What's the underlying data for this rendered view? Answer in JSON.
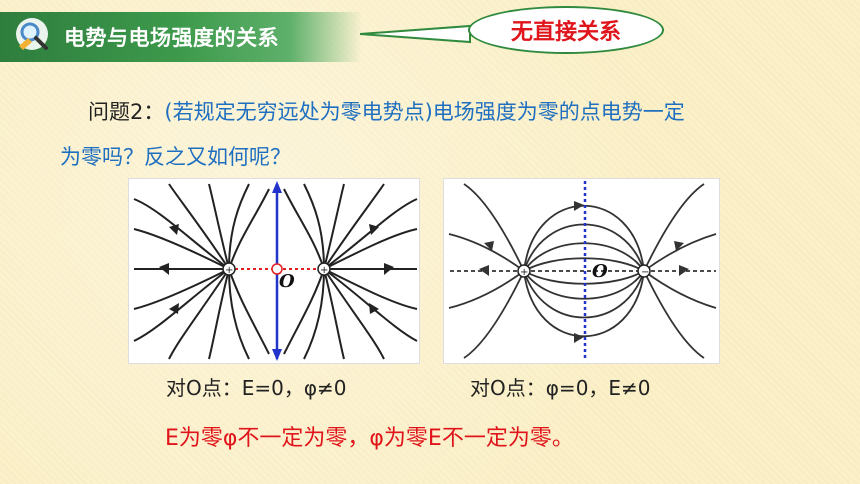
{
  "header": {
    "title": "电势与电场强度的关系",
    "callout": "无直接关系"
  },
  "question": {
    "label": "问题2：",
    "text_line1": "(若规定无穷远处为零电势点)电场强度为零的点电势一定",
    "text_line2": "为零吗？反之又如何呢？"
  },
  "figures": {
    "fig1": {
      "point_label": "O",
      "caption": "对O点：E=0，φ≠0"
    },
    "fig2": {
      "point_label": "O",
      "caption": "对O点：φ=0，E≠0"
    }
  },
  "conclusion": "E为零φ不一定为零，φ为零E不一定为零。",
  "colors": {
    "title_bar": "#2e7d3d",
    "callout_text": "#e0141b",
    "question_text": "#1f6fc0",
    "conclusion_text": "#e0141b",
    "axis_line": "#2233cc",
    "dotted_line": "#e02020"
  }
}
